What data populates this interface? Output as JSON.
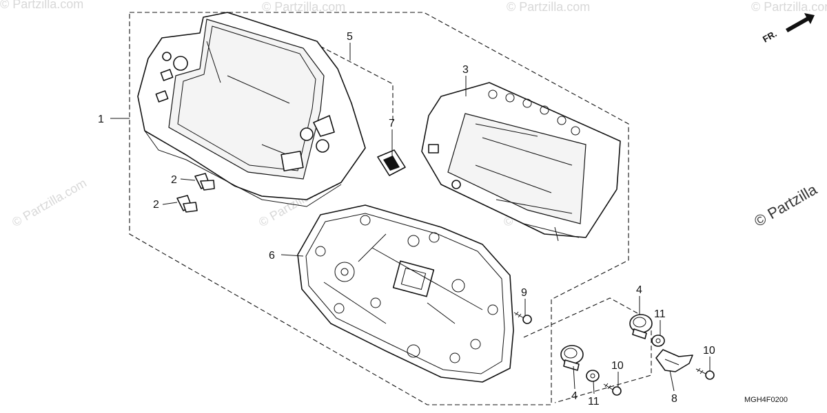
{
  "diagram_code": "MGH4F0200",
  "direction_label": "FR.",
  "watermark_small": "© Partzilla.com",
  "watermark_large": "© Partzilla",
  "callouts": {
    "c1": "1",
    "c2a": "2",
    "c2b": "2",
    "c3": "3",
    "c4a": "4",
    "c4b": "4",
    "c5": "5",
    "c6": "6",
    "c7": "7",
    "c8": "8",
    "c9": "9",
    "c10a": "10",
    "c10b": "10",
    "c11a": "11",
    "c11b": "11"
  },
  "colors": {
    "ink": "#111111",
    "paper": "#ffffff",
    "watermark": "#d8d8d8"
  }
}
